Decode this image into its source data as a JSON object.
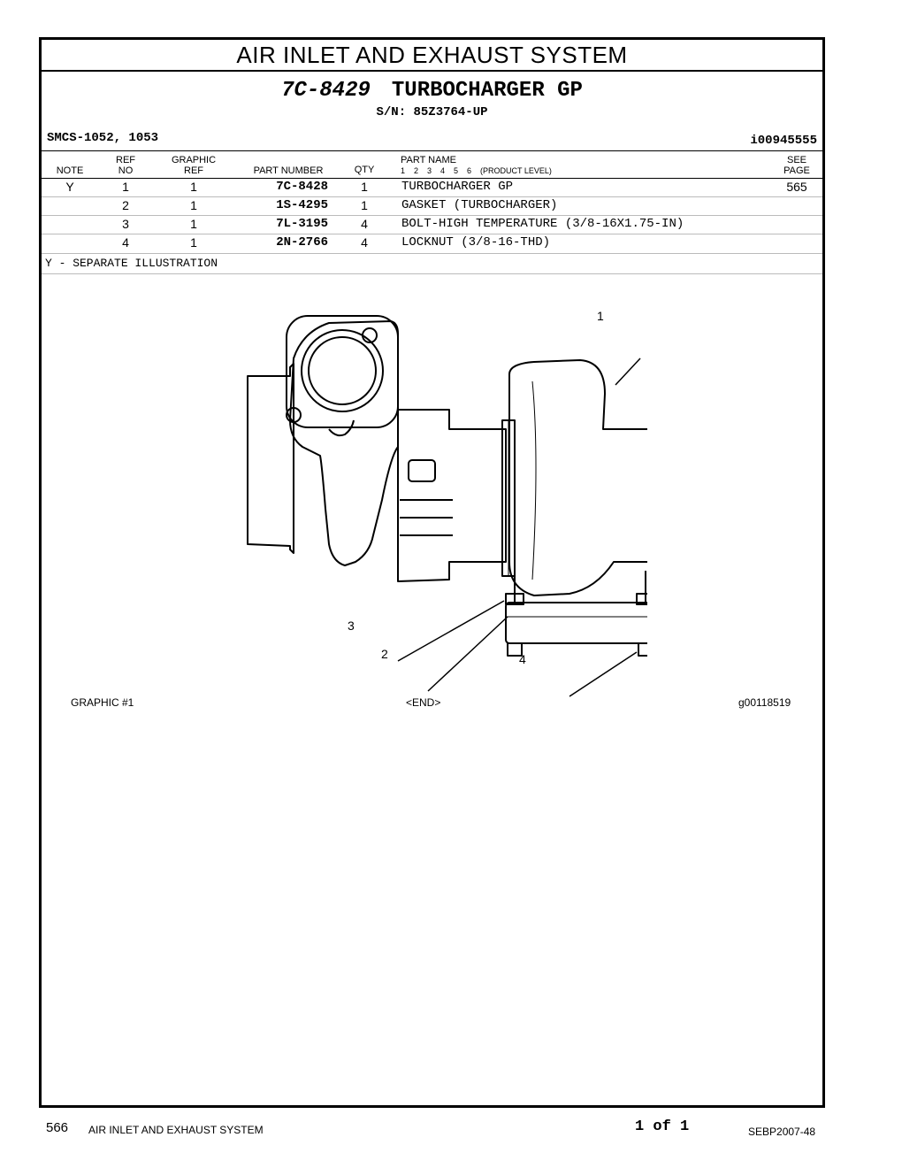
{
  "section_title": "AIR INLET AND EXHAUST SYSTEM",
  "group": {
    "part_number": "7C-8429",
    "name": "TURBOCHARGER GP",
    "serial": "S/N: 85Z3764-UP"
  },
  "smcs": "SMCS-1052, 1053",
  "illustration_id": "i00945555",
  "columns": {
    "note": "NOTE",
    "ref_no_1": "REF",
    "ref_no_2": "NO",
    "graphic_ref_1": "GRAPHIC",
    "graphic_ref_2": "REF",
    "part_number": "PART NUMBER",
    "qty": "QTY",
    "part_name": "PART NAME",
    "levels": "1    2    3    4    5    6    (PRODUCT LEVEL)",
    "see_page_1": "SEE",
    "see_page_2": "PAGE"
  },
  "rows": [
    {
      "note": "Y",
      "ref_no": "1",
      "graphic_ref": "1",
      "part_number": "7C-8428",
      "qty": "1",
      "part_name": "TURBOCHARGER GP",
      "see_page": "565"
    },
    {
      "note": "",
      "ref_no": "2",
      "graphic_ref": "1",
      "part_number": "1S-4295",
      "qty": "1",
      "part_name": "GASKET (TURBOCHARGER)",
      "see_page": ""
    },
    {
      "note": "",
      "ref_no": "3",
      "graphic_ref": "1",
      "part_number": "7L-3195",
      "qty": "4",
      "part_name": "BOLT-HIGH TEMPERATURE (3/8-16X1.75-IN)",
      "see_page": ""
    },
    {
      "note": "",
      "ref_no": "4",
      "graphic_ref": "1",
      "part_number": "2N-2766",
      "qty": "4",
      "part_name": "LOCKNUT (3/8-16-THD)",
      "see_page": ""
    }
  ],
  "footnote": "Y - SEPARATE ILLUSTRATION",
  "callouts": {
    "c1": "1",
    "c2": "2",
    "c3": "3",
    "c4": "4"
  },
  "graphic": {
    "label": "GRAPHIC #1",
    "end": "<END>",
    "id": "g00118519"
  },
  "footer": {
    "page_number": "566",
    "section": "AIR INLET AND EXHAUST SYSTEM",
    "page_of": "1 of 1",
    "doc_id": "SEBP2007-48"
  }
}
